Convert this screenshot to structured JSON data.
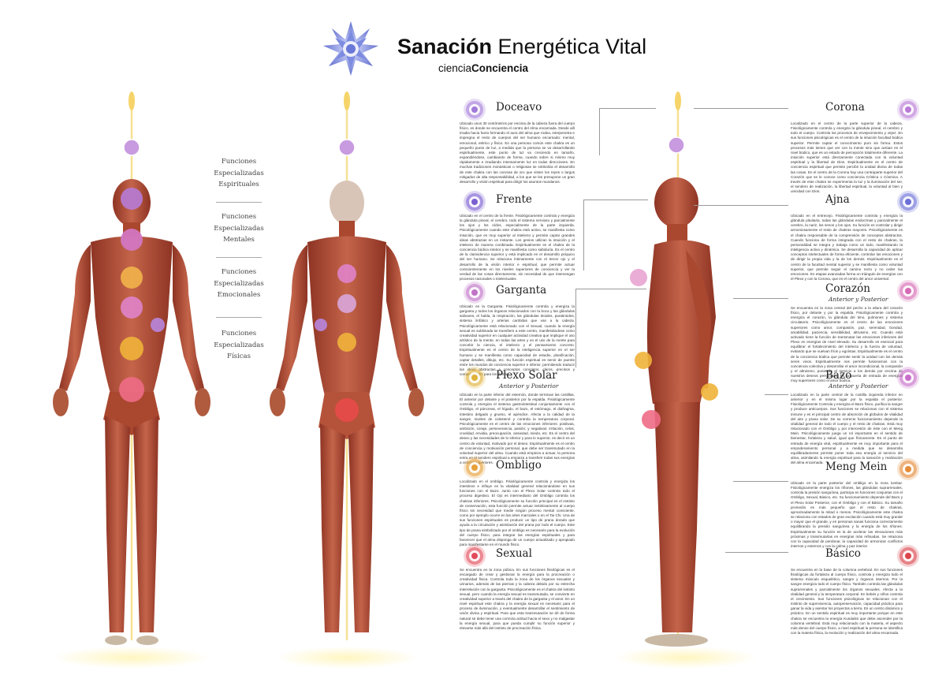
{
  "header": {
    "title_bold": "Sanación",
    "title_rest": " Energética Vital",
    "subtitle_light": "ciencia",
    "subtitle_bold": "Conciencia"
  },
  "functions": [
    {
      "line1": "Funciones",
      "line2": "Especializadas",
      "line3": "Espirituales"
    },
    {
      "line1": "Funciones",
      "line2": "Especializadas",
      "line3": "Mentales"
    },
    {
      "line1": "Funciones",
      "line2": "Especializadas",
      "line3": "Emocionales"
    },
    {
      "line1": "Funciones",
      "line2": "Especializadas",
      "line3": "Físicas"
    }
  ],
  "chakras_left": [
    {
      "name": "Doceavo",
      "subtitle": "",
      "color": "#a27ad9",
      "body": "Ubicado unos 30 centímetros por encima de la cabeza fuera del cuerpo físico, es donde se encuentra el centro del Alma encarnada. Desde allí irradia hacia fuera formando el aura del alma que rodea, interpenetra e impregna el resto de cuerpos del ser humano encarnado: mental, emocional, etérico y físico. En una persona común este chakra es un pequeño punto de luz, a medida que la persona se va desarrollando espiritualmente, este punto de luz va creciendo en tamaño, expandiéndose, cambiando de forma, cuando sobre si mismo muy rápidamente e irradiando intensamente luz en todas direcciones. En muchas tradiciones monásticas o religiosas se simboliza el desarrollo de este chakra con las coronas de oro que visten los reyes o largos mitigados de alta responsabilidad, a los que se les presupone un gran desarrollo y visión espiritual para dirigir los asuntos mundanos."
    },
    {
      "name": "Frente",
      "subtitle": "",
      "color": "#7b5fd1",
      "body": "Ubicado en el centro de la frente. Fisiológicamente controla y energiza la glándula pineal, el cerebro, todo el sistema nervioso y parcialmente los ojos y los oídos, especialmente de la parte izquierda. Psicológicamente cuando este chakra está activo, se manifiesta como intuición, que es muy superior al intelecto y permite captar grandes ideas abstractas en un instante. Los genios utilizan la intuición y el intelecto de manera combinada. Espiritualmente es el chakra de la conciencia búdica interior y se manifiesta como sabiduría. Es el centro de la clarividencia superior y está implicado en el desarrollo psíquico del ser humano. Se relaciona íntimamente con el tercer ojo y el desarrollo de la visión interior e espiritual, que permite actuar conscientemente en los niveles superiores de conciencia y ver la verdad de las cosas directamente, sin necesidad de que intervengan procesos racionales o intelectuales."
    },
    {
      "name": "Garganta",
      "subtitle": "",
      "color": "#c073c7",
      "body": "Ubicado en la Garganta. Fisiológicamente controla y energiza la garganta y todos los órganos relacionados con la boca y las glándulas salivares, el habla, la respiración, las glándulas tiroides, paratiroides, sistema linfático y arterias carótidas que van a la cabeza. Psicológicamente está relacionado con el Sexual, cuando la energía sexual es sublimada se transfiere a este centro, manifestándose como creatividad superior en cualquier actividad creativa que implique el uso artístico de la mente, en todas las artes y en el uso de la mente para concebir la ciencia, el intelecto y el pensamiento concreto. Espiritualmente es el centro de la inteligencia superior en el ser humano y se manifiesta como capacidad de estudio, planificación, captar detalles, dibujo, etc. Su función espiritual es servir de puente entre los mundos de conciencia superior e inferior, permitiendo traducir las ideas abstractas a conceptos concretos, claros, precisos y comprensibles para los demás."
    },
    {
      "name": "Plexo Solar",
      "subtitle": "Anterior y Posterior",
      "color": "#e0b23a",
      "body": "Ubicado en la parte inferior del esternón, donde terminan las costillas. El anterior por delante y el posterior por la espalda. Fisiológicamente controla y energiza el sistema gastrointestinal conjuntamente con el Ombligo, el páncreas, el hígado, el bazo, el estómago, el diafragma, intestino delgado y grueso, el apéndice. Afecta a la calidad de la sangre, niveles de colesterol y controla la temperatura corporal. Psicológicamente es el centro de las emociones inferiores: positivas, ambición, coraje, perseverancia, pasión; y negativas: irritación, celos, crueldad, envidia, preocupación, ansiedad, miedo, etc. Es el centro del deseo y las necesidades de lo inferior y para lo superior, es decir es un centro de voluntad, motivado por el deseo. Espiritualmente es el centro de conciencia y motivación personal, que debe ser transmutado en la voluntad superior del alma. Cuando está empieza a actuar, la persona entra en el sendero espiritual a empieza a transferir todas sus energías a centros superiores."
    },
    {
      "name": "Ombligo",
      "subtitle": "",
      "color": "#e8a038",
      "body": "Localizado en el ombligo. Fisiológicamente controla y energiza los intestinos e influye en la vitalidad general relacionándose en sus funciones con el Bazo. Junto con el Plexo Solar controla todo el proceso digestivo. El Ojo es intermediario del Ombligo controla los chakras inferiores. Psicológicamente su función principal es el instinto de conservación, esta función permite actuar instintivamente al cuerpo físico sin necesidad que medie ningún proceso mental consciente, como por ejemplo ocurre en las artes marciales o en el Tai Chi. Una de sus funciones espirituales es producir un tipo de prana dorado que ayuda a la circulación y asimilación del prana por todo el cuerpo. Este tipo de prana simbolizado por el ombligo es necesario para la evolución del cuerpo físico, para integrar las energías espirituales y para favorecer que el alma disponga de un cuerpo actualizado y apropiado para manifestarse en el mundo físico."
    },
    {
      "name": "Sexual",
      "subtitle": "",
      "color": "#e24a5a",
      "body": "Se encuentra en la zona púbica. En sus funciones fisiológicas es el encargado de crear y gestionar la energía para la procreación o creatividad física. Controla toda la zona de los órganos sexuales y urinarios, además de las piernas y la cabeza debido por su estrecha interrelación con la garganta. Psicológicamente es el chakra del instinto sexual, pero cuando la energía sexual es transmutada, se convierte en creatividad superior a través del chakra de la garganta y el amor. En un nivel espiritual este chakra y la energía sexual es necesario para el proceso de iluminación, y eventualmente desarrollar el sentimiento de unión divina y espiritual. Para que esta transmutación se dé de forma natural se debe tener una correcta actitud hacia el sexo y no malgastar la energía sexual, para que pueda cumplir su función superior y elevarse más allá del instinto de procreación física."
    }
  ],
  "chakras_right": [
    {
      "name": "Corona",
      "subtitle": "",
      "color": "#b97ad6",
      "body": "Localizado en el centro de la parte superior de la cabeza. Fisiológicamente controla y energiza la glándula pineal, el cerebro y todo el cuerpo. Controla los procesos de envejecimiento y vejez. En sus funciones psicológicas es el centro de la intuición facultad búdica superior. Permite captar el conocimiento puro sin forma. Estos procesos más tienen que ver con la mente sino que actúan en el nivel búdico, que es un estado de percepción totalmente diferente. La intuición superior está directamente conectada con la voluntad espiritual y la libertad de Dios. Espiritualmente es el centro de conciencia espiritual que permite percibir la unidad divina de todas las cosas. En el centro de la Corona hay una contraparte superior del Corazón que se le conoce como conciencia Crística o Cósmica. A través de este chakra se experimenta la luz y la iluminación del ser, el sendero de realización, la libertad espiritual, la voluntad al bien y unicidad con Dios."
    },
    {
      "name": "Ajna",
      "subtitle": "",
      "color": "#6c6fd6",
      "body": "Ubicado en el entrecejo. Fisiológicamente controla y energiza la glándula pituitaria, todas las glándulas endocrinas y parcialmente el cerebro, la nariz, los senos y los ojos. Su función es controlar y dirigir armoniosamente el resto de chakras mayores. Psicológicamente es el chakra responsable de la comprensión de conceptos abstractos. Cuando funciona de forma integrada con el resto de chakras, la personalidad se integra y trabaja como un todo, manifestando la inteligencia activa y dinámica. Se desarrolla la capacidad de aplicar conceptos intelectuales de forma eficiente, controlar las emociones y de dirigir la propia vida y la de los demás. Espiritualmente es el centro de la facultad mental superior y se manifiesta como voluntad superior, que permite seguir el camino recto y no ceder las emociones. En etapas avanzadas forma un triángulo de energías con el Plexo y con la Corona, que es el centro del amor universal."
    },
    {
      "name": "Corazón",
      "subtitle": "Anterior y Posterior",
      "color": "#d66ab5",
      "body": "Se encuentra en la zona central del pecho a la altura del corazón físico, por delante y por la espalda. Fisiológicamente controla y energiza el corazón, la glándula del timo, pulmones y sistema circulatorio. Psicológicamente es el centro de las emociones superiores como amor, compasión, paz, serenidad, bondad, amabilidad, paciencia, sensibilidad, altruismo, etc. Cuando está activado tiene la función de transmutar las emociones inferiores del Plexo en energías de nivel elevado. Su desarrollo es esencial para equilibrar el fortalecimiento del intelecto y la fuerza de voluntad, evitando que se vuelvan fríos y egoístas. Espiritualmente es el centro de la conciencia búdica que permite sentir la unidad con los demás seres vivos. Espiritualmente nos permite fusionarnos con la conciencia colectiva y desarrollar el amor incondicional, la compasión y el altruismo, poniendo el servicio a los demás por encima de nuestros deseos personales. Es la puerta de entrada de energías muy superiores como el amor búdica."
    },
    {
      "name": "Bazo",
      "subtitle": "Anterior y Posterior",
      "color": "#c76ec9",
      "body": "Localizado en la parte central de la costilla izquierda inferior en anterior y en el mismo lugar por la espalda el posterior. Fisiológicamente Controla y energiza el Bazo físico, purifica la sangre y produce anticuerpos. Sus funciones se relacionan con el sistema inmune y es el principal centro de absorción de globulos de vitalidad del aire y prana solar. De su correcto funcionamiento depende la vitalidad general de todo el cuerpo y el resto de chakras. Está muy relacionado con el Ombligo y por intercesión de éste con el Meng Mein. Psicológicamente juega un rol importante en el sentido de bienestar, fortaleza y salud, igual que físicamente. Es el punto de entrada de energía vital, espiritualmente es muy importante para el empoderamiento personal y a medida que se desarrolla equilibradamente permite poner toda esa energía al servicio del alma, asimilando la energía espiritual para la sanación y realización del alma encarnada."
    },
    {
      "name": "Meng Mein",
      "subtitle": "",
      "color": "#e58c3a",
      "body": "Ubicado en la parte posterior del ombligo en la zona lumbar. Fisiológicamente energiza los riñones, las glándulas suprarrenales, controla la presión sanguínea, participa en funciones conjuntas con el Ombligo, Sexual, Básico, etc. Su funcionamiento depende del Bazo y el Plexo Solar Posterior, con el Ombligo y con el Básico. Su tamaño promedio es más pequeño que el resto de chakras, aproximadamente la mitad o menos. Psicológicamente este chakra se relaciona con estados de gran excitación cuando está muy grande o mayor que el grande, y en personas sanas funciona correctamente equilibrando la presión sanguínea y la energía de los riñones. Espiritualmente su función es la de acelerar las elevaciones más próximas y transmutarlas en energías más refinadas. Se relaciona con la capacidad de perdonar, la capacidad de armonizar conflictos internos y externos y con la calma y paz interior."
    },
    {
      "name": "Básico",
      "subtitle": "",
      "color": "#d9444a",
      "body": "Se encuentra en la base de la columna vertebral. En sus funciones fisiológicas da fortaleza al cuerpo físico, controla y energiza todo el sistema músculo esquelético, sangre y órganos internos. Por la sangre energiza todo el cuerpo físico. También controla las glándulas suprarrenales y parcialmente los órganos sexuales. Afecta a la vitalidad general y la temperatura corporal. En bebés y niños controla el crecimiento. Sus funciones psicológicas se relacionan con el instinto de supervivencia, autopreservación, capacidad práctica para ganar la vida y asentar los proyectos a tierra. Es un centro dinámico y práctico. En un sentido espiritual es muy importante porque en este chakra se encuentra la energía Kundalini que debe ascender por la columna vertebral. Está muy relacionado con la materia, el aspecto más denso del cuerpo físico, a nivel espiritual la persona se identifica con la materia física, la evolución y realización del alma encarnada."
    }
  ]
}
